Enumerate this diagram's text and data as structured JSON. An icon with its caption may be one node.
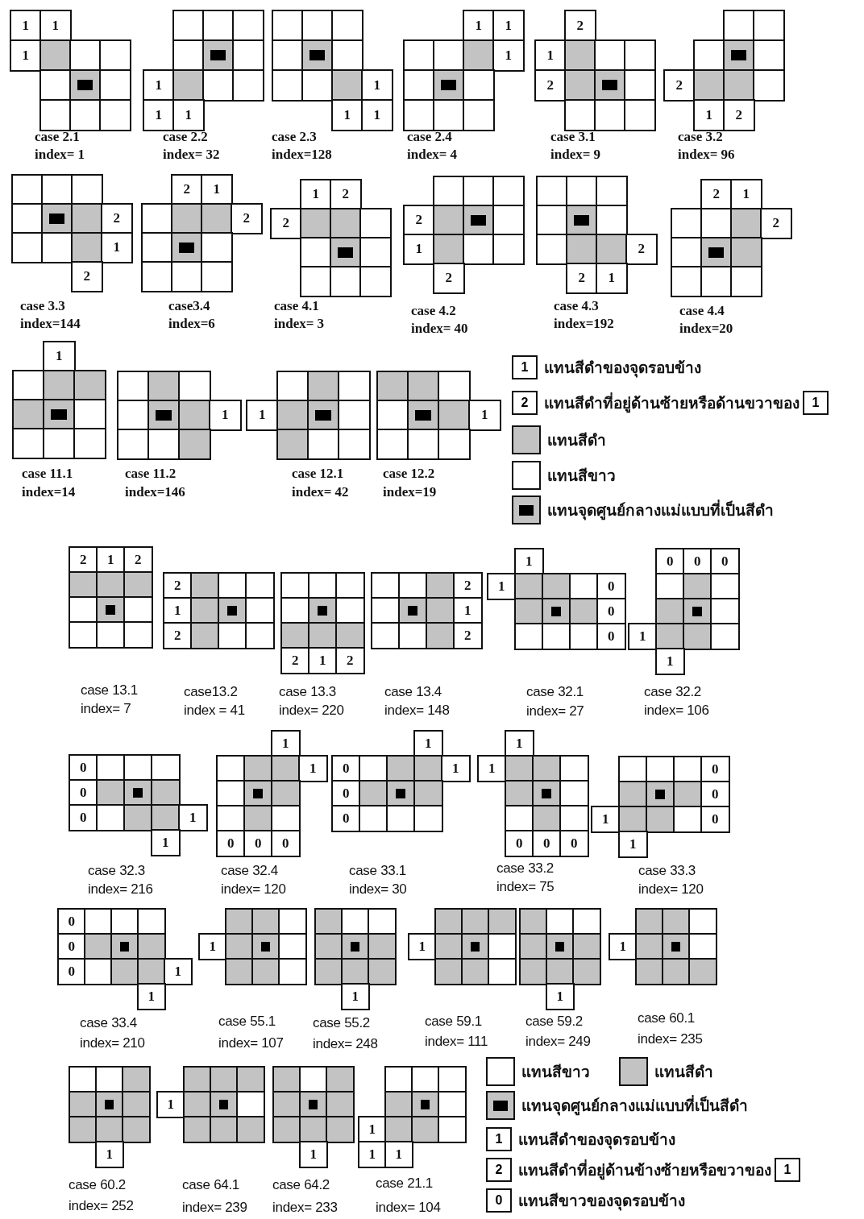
{
  "diagram": {
    "nodes": [
      {
        "text": [
          "1",
          "1",
          "1"
        ],
        "beside": [
          "case 2.1",
          "index= 1"
        ]
      },
      {
        "text": [
          "1",
          "1",
          "1"
        ],
        "beside": [
          "case 2.2",
          "index= 32"
        ]
      },
      {
        "text": [
          "1",
          "1",
          "1"
        ],
        "beside": [
          "case 2.3",
          "index=128"
        ]
      },
      {
        "text": [
          "1",
          "1",
          "1"
        ],
        "beside": [
          "case 2.4",
          "index= 4"
        ]
      },
      {
        "text": [
          "2",
          "1",
          "2"
        ],
        "beside": [
          "case 3.1",
          "index= 9"
        ]
      },
      {
        "text": [
          "2",
          "1",
          "2"
        ],
        "beside": [
          "case 3.2",
          "index= 96"
        ]
      },
      {
        "text": [
          "2",
          "1",
          "2"
        ],
        "beside": [
          "case 3.3",
          "index=144"
        ]
      },
      {
        "text": [
          "2",
          "1",
          "2"
        ],
        "beside": [
          "case3.4",
          "index=6"
        ]
      },
      {
        "text": [
          "1",
          "2",
          "2"
        ],
        "beside": [
          "case 4.1",
          "index= 3"
        ]
      },
      {
        "text": [
          "2",
          "1",
          "2"
        ],
        "beside": [
          "case 4.2",
          "index= 40"
        ]
      },
      {
        "text": [
          "2",
          "2",
          "1"
        ],
        "beside": [
          "case 4.3",
          "index=192"
        ]
      },
      {
        "text": [
          "2",
          "1",
          "2"
        ],
        "beside": [
          "case 4.4",
          "index=20"
        ]
      },
      {
        "text": [
          "1"
        ],
        "beside": [
          "case 11.1",
          "index=14"
        ]
      },
      {
        "text": [
          "1"
        ],
        "beside": [
          "case 11.2",
          "index=146"
        ]
      },
      {
        "text": [
          "1"
        ],
        "beside": [
          "case 12.1",
          "index= 42"
        ]
      },
      {
        "text": [
          "1"
        ],
        "beside": [
          "case 12.2",
          "index=19"
        ]
      },
      {
        "text": [
          "2",
          "1",
          "2"
        ],
        "beside": [
          "case 13.1",
          "index= 7"
        ]
      },
      {
        "text": [
          "2",
          "1",
          "2"
        ],
        "beside": [
          "case13.2",
          "index = 41"
        ]
      },
      {
        "text": [
          "2",
          "1",
          "2"
        ],
        "beside": [
          "case 13.3",
          "index= 220"
        ]
      },
      {
        "text": [
          "2",
          "1",
          "2"
        ],
        "beside": [
          "case 13.4",
          "index= 148"
        ]
      },
      {
        "text": [
          "1",
          "1",
          "0",
          "0",
          "0"
        ],
        "beside": [
          "case 32.1",
          "index= 27"
        ]
      },
      {
        "text": [
          "0",
          "0",
          "0",
          "1",
          "1"
        ],
        "beside": [
          "case 32.2",
          "index= 106"
        ]
      },
      {
        "text": [
          "0",
          "0",
          "0",
          "1",
          "1"
        ],
        "beside": [
          "case 32.3",
          "index= 216"
        ]
      },
      {
        "text": [
          "1",
          "1",
          "0",
          "0",
          "0"
        ],
        "beside": [
          "case 32.4",
          "index= 120"
        ]
      },
      {
        "text": [
          "1",
          "0",
          "1",
          "0",
          "0"
        ],
        "beside": [
          "case 33.1",
          "index= 30"
        ]
      },
      {
        "text": [
          "1",
          "1",
          "0",
          "0",
          "0"
        ],
        "beside": [
          "case 33.2",
          "index= 75"
        ]
      },
      {
        "text": [
          "0",
          "0",
          "1",
          "0",
          "1"
        ],
        "beside": [
          "case 33.3",
          "index= 120"
        ]
      },
      {
        "text": [
          "0",
          "0",
          "0",
          "1",
          "1"
        ],
        "beside": [
          "case 33.4",
          "index= 210"
        ]
      },
      {
        "text": [
          "1"
        ],
        "beside": [
          "case 55.1",
          "index= 107"
        ]
      },
      {
        "text": [
          "1"
        ],
        "beside": [
          "case 55.2",
          "index= 248"
        ]
      },
      {
        "text": [
          "1"
        ],
        "beside": [
          "case 59.1",
          "index= 111"
        ]
      },
      {
        "text": [
          "1"
        ],
        "beside": [
          "case 59.2",
          "index= 249"
        ]
      },
      {
        "text": [
          "1"
        ],
        "beside": [
          "case 60.1",
          "index= 235"
        ]
      },
      {
        "text": [
          "1"
        ],
        "beside": [
          "case 60.2",
          "index= 252"
        ]
      },
      {
        "text": [
          "1"
        ],
        "beside": [
          "case 64.1",
          "index= 239"
        ]
      },
      {
        "text": [
          "1"
        ],
        "beside": [
          "case 64.2",
          "index= 233"
        ]
      },
      {
        "text": [
          "1",
          "1",
          "1"
        ],
        "beside": [
          "case 21.1",
          "index= 104"
        ]
      },
      {
        "text": [
          "1"
        ]
      },
      {
        "text": [
          "2"
        ]
      },
      {
        "text": [
          "1"
        ]
      },
      {
        "text": [
          "1"
        ]
      },
      {
        "text": [
          "2"
        ]
      },
      {
        "text": [
          "1"
        ]
      },
      {
        "text": [
          "0"
        ]
      }
    ],
    "legend": [
      {
        "text": "แทนสีดำของจุดรอบข้าง"
      },
      {
        "text": "แทนสีดำที่อยู่ด้านซ้ายหรือด้านขวาของ"
      },
      {
        "text": "แทนสีดำ",
        "color": "#c3c3c3"
      },
      {
        "text": "แทนสีขาว",
        "color": "#ffffff"
      },
      {
        "text": "แทนจุดศูนย์กลางแม่แบบที่เป็นสีดำ"
      },
      {
        "text": "แทนสีขาว",
        "color": "#ffffff"
      },
      {
        "text": "แทนสีดำ",
        "color": "#c3c3c3"
      },
      {
        "text": "แทนจุดศูนย์กลางแม่แบบที่เป็นสีดำ"
      },
      {
        "text": "แทนสีดำของจุดรอบข้าง"
      },
      {
        "text": "แทนสีดำที่อยู่ด้านข้างซ้ายหรือขวาของ"
      },
      {
        "text": "แทนสีขาวของจุดรอบข้าง"
      }
    ]
  }
}
